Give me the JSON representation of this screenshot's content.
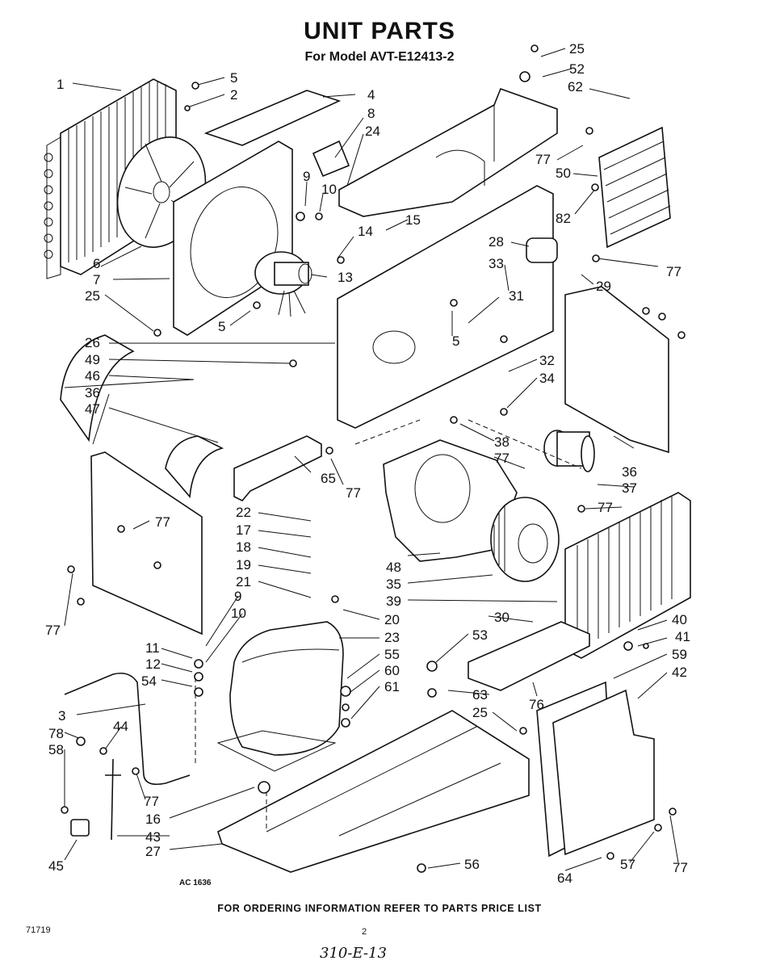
{
  "title": "UNIT PARTS",
  "subtitle": "For Model AVT-E12413-2",
  "footer_note": "FOR ORDERING INFORMATION REFER TO PARTS PRICE LIST",
  "drawing_code": "AC 1636",
  "document_number": "71719",
  "page_number": "2",
  "handwritten_ref": "310-E-13",
  "callouts": [
    {
      "id": "c1",
      "text": "1"
    },
    {
      "id": "c5a",
      "text": "5"
    },
    {
      "id": "c2",
      "text": "2"
    },
    {
      "id": "c4",
      "text": "4"
    },
    {
      "id": "c8",
      "text": "8"
    },
    {
      "id": "c24",
      "text": "24"
    },
    {
      "id": "c25a",
      "text": "25"
    },
    {
      "id": "c52",
      "text": "52"
    },
    {
      "id": "c62",
      "text": "62"
    },
    {
      "id": "c77a",
      "text": "77"
    },
    {
      "id": "c50",
      "text": "50"
    },
    {
      "id": "c82",
      "text": "82"
    },
    {
      "id": "c9a",
      "text": "9"
    },
    {
      "id": "c10a",
      "text": "10"
    },
    {
      "id": "c15",
      "text": "15"
    },
    {
      "id": "c14",
      "text": "14"
    },
    {
      "id": "c28",
      "text": "28"
    },
    {
      "id": "c33",
      "text": "33"
    },
    {
      "id": "c77b",
      "text": "77"
    },
    {
      "id": "c29",
      "text": "29"
    },
    {
      "id": "c6",
      "text": "6"
    },
    {
      "id": "c7",
      "text": "7"
    },
    {
      "id": "c25b",
      "text": "25"
    },
    {
      "id": "c13",
      "text": "13"
    },
    {
      "id": "c31",
      "text": "31"
    },
    {
      "id": "c5b",
      "text": "5"
    },
    {
      "id": "c5c",
      "text": "5"
    },
    {
      "id": "c26",
      "text": "26"
    },
    {
      "id": "c49",
      "text": "49"
    },
    {
      "id": "c46",
      "text": "46"
    },
    {
      "id": "c36a",
      "text": "36"
    },
    {
      "id": "c47",
      "text": "47"
    },
    {
      "id": "c32",
      "text": "32"
    },
    {
      "id": "c34",
      "text": "34"
    },
    {
      "id": "c38",
      "text": "38"
    },
    {
      "id": "c77c",
      "text": "77"
    },
    {
      "id": "c65",
      "text": "65"
    },
    {
      "id": "c77d",
      "text": "77"
    },
    {
      "id": "c36b",
      "text": "36"
    },
    {
      "id": "c37",
      "text": "37"
    },
    {
      "id": "c77e",
      "text": "77"
    },
    {
      "id": "c22",
      "text": "22"
    },
    {
      "id": "c77f",
      "text": "77"
    },
    {
      "id": "c17",
      "text": "17"
    },
    {
      "id": "c18",
      "text": "18"
    },
    {
      "id": "c19",
      "text": "19"
    },
    {
      "id": "c48",
      "text": "48"
    },
    {
      "id": "c21",
      "text": "21"
    },
    {
      "id": "c35",
      "text": "35"
    },
    {
      "id": "c39",
      "text": "39"
    },
    {
      "id": "c9b",
      "text": "9"
    },
    {
      "id": "c10b",
      "text": "10"
    },
    {
      "id": "c20",
      "text": "20"
    },
    {
      "id": "c30",
      "text": "30"
    },
    {
      "id": "c40",
      "text": "40"
    },
    {
      "id": "c77g",
      "text": "77"
    },
    {
      "id": "c23",
      "text": "23"
    },
    {
      "id": "c41",
      "text": "41"
    },
    {
      "id": "c53",
      "text": "53"
    },
    {
      "id": "c11",
      "text": "11"
    },
    {
      "id": "c55",
      "text": "55"
    },
    {
      "id": "c59",
      "text": "59"
    },
    {
      "id": "c12",
      "text": "12"
    },
    {
      "id": "c42",
      "text": "42"
    },
    {
      "id": "c60",
      "text": "60"
    },
    {
      "id": "c54",
      "text": "54"
    },
    {
      "id": "c61",
      "text": "61"
    },
    {
      "id": "c63",
      "text": "63"
    },
    {
      "id": "c76",
      "text": "76"
    },
    {
      "id": "c3",
      "text": "3"
    },
    {
      "id": "c44",
      "text": "44"
    },
    {
      "id": "c25c",
      "text": "25"
    },
    {
      "id": "c78",
      "text": "78"
    },
    {
      "id": "c58",
      "text": "58"
    },
    {
      "id": "c77h",
      "text": "77"
    },
    {
      "id": "c16",
      "text": "16"
    },
    {
      "id": "c43",
      "text": "43"
    },
    {
      "id": "c27",
      "text": "27"
    },
    {
      "id": "c56",
      "text": "56"
    },
    {
      "id": "c57",
      "text": "57"
    },
    {
      "id": "c77i",
      "text": "77"
    },
    {
      "id": "c45",
      "text": "45"
    },
    {
      "id": "c64",
      "text": "64"
    }
  ]
}
